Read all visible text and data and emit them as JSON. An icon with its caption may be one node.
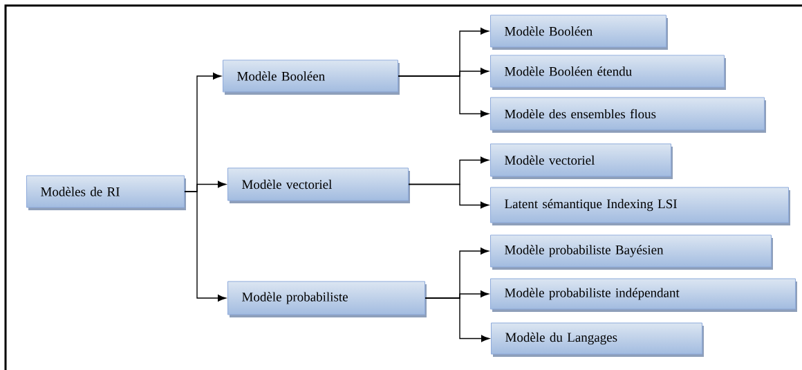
{
  "diagram": {
    "nodes": [
      {
        "text": [
          "Modèles de RI"
        ]
      },
      {
        "text": [
          "Modèle Booléen"
        ]
      },
      {
        "text": [
          "Modèle vectoriel"
        ]
      },
      {
        "text": [
          "Modèle probabiliste"
        ]
      },
      {
        "text": [
          "Modèle Booléen"
        ]
      },
      {
        "text": [
          "Modèle Booléen étendu"
        ]
      },
      {
        "text": [
          "Modèle des ensembles flous"
        ]
      },
      {
        "text": [
          "Modèle vectoriel"
        ]
      },
      {
        "text": [
          "Latent sémantique Indexing LSI"
        ]
      },
      {
        "text": [
          "Modèle probabiliste Bayésien"
        ]
      },
      {
        "text": [
          "Modèle probabiliste indépendant"
        ]
      },
      {
        "text": [
          "Modèle du Langages"
        ]
      }
    ],
    "edges": [
      {
        "from": 0,
        "to": 1,
        "arrow": "to"
      },
      {
        "from": 0,
        "to": 2,
        "arrow": "to"
      },
      {
        "from": 0,
        "to": 3,
        "arrow": "to"
      },
      {
        "from": 1,
        "to": 4,
        "arrow": "to"
      },
      {
        "from": 1,
        "to": 5,
        "arrow": "to"
      },
      {
        "from": 1,
        "to": 6,
        "arrow": "to"
      },
      {
        "from": 2,
        "to": 7,
        "arrow": "to"
      },
      {
        "from": 2,
        "to": 8,
        "arrow": "to"
      },
      {
        "from": 3,
        "to": 9,
        "arrow": "to"
      },
      {
        "from": 3,
        "to": 10,
        "arrow": "to"
      },
      {
        "from": 3,
        "to": 11,
        "arrow": "to"
      }
    ]
  }
}
